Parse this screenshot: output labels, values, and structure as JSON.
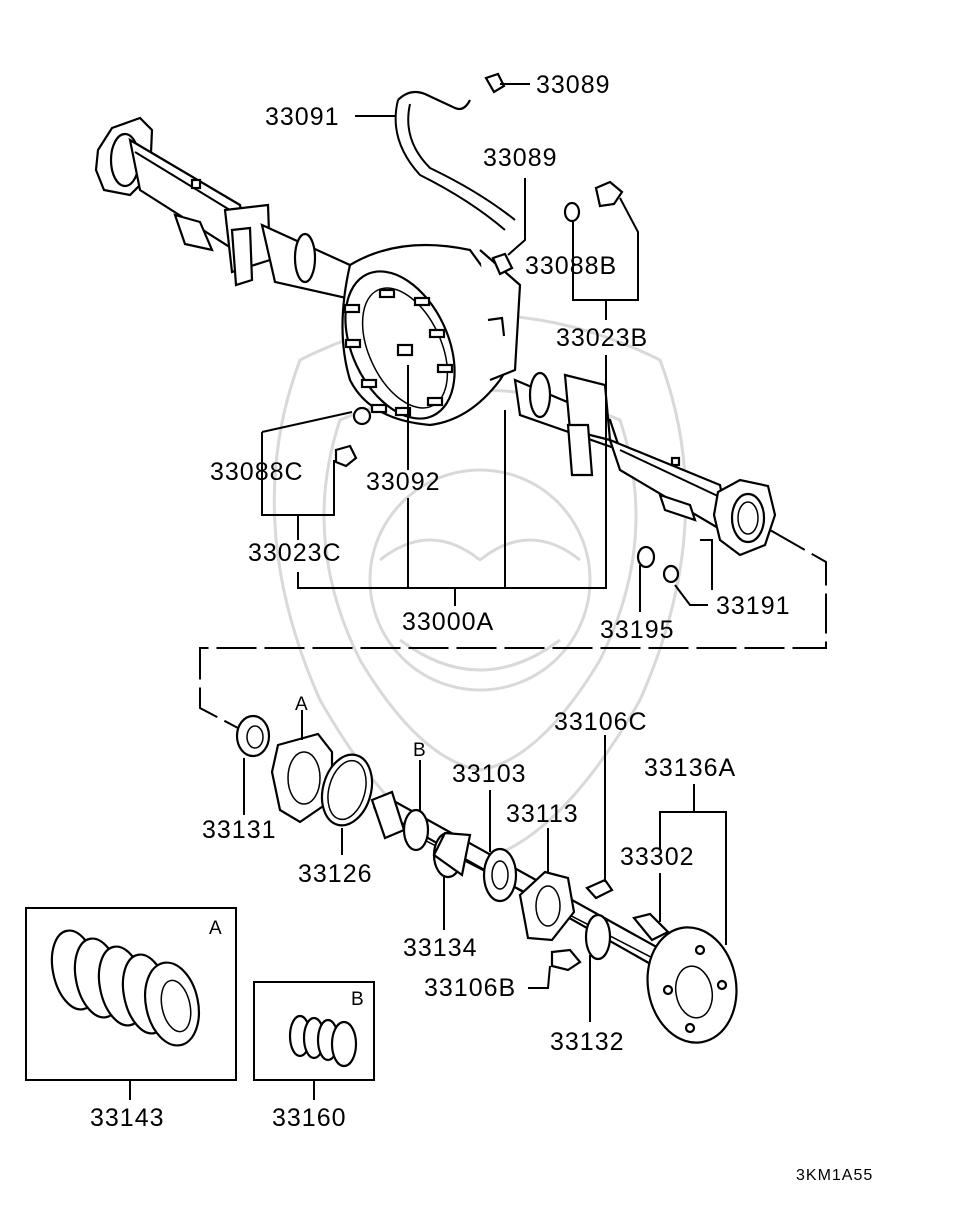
{
  "figure_code": "3KM1A55",
  "inset_letters": {
    "A": "A",
    "B": "B"
  },
  "callouts": {
    "p33089_top": "33089",
    "p33091": "33091",
    "p33089_mid": "33089",
    "p33088B": "33088B",
    "p33023B": "33023B",
    "p33088C": "33088C",
    "p33092": "33092",
    "p33023C": "33023C",
    "p33000A": "33000A",
    "p33195": "33195",
    "p33191": "33191",
    "p33131": "33131",
    "p33126": "33126",
    "p33103": "33103",
    "p33106C": "33106C",
    "p33136A": "33136A",
    "p33113": "33113",
    "p33302": "33302",
    "p33134": "33134",
    "p33106B": "33106B",
    "p33132": "33132",
    "p33143": "33143",
    "p33160": "33160"
  }
}
